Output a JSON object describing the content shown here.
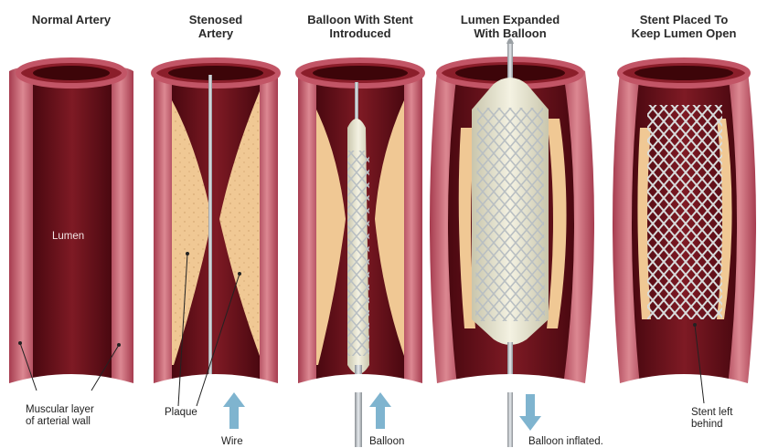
{
  "titles": {
    "p1": "Normal Artery",
    "p2": "Stenosed\nArtery",
    "p3": "Balloon With Stent\nIntroduced",
    "p4": "Lumen Expanded\nWith Balloon",
    "p5": "Stent Placed To\nKeep Lumen Open"
  },
  "labels": {
    "lumen": "Lumen",
    "muscular": "Muscular layer\nof arterial wall",
    "plaque": "Plaque",
    "wire": "Wire",
    "balloon": "Balloon",
    "balloon_inflated": "Balloon inflated.",
    "stent_left": "Stent left\nbehind"
  },
  "colors": {
    "wall_outer": "#b5485a",
    "wall_inner": "#d77a86",
    "lumen_dark": "#5a0c14",
    "lumen_mid": "#7a1620",
    "plaque": "#f0c894",
    "arrow": "#7fb4cf",
    "stent": "#cfd3d3",
    "balloon": "#e8e6cf"
  }
}
